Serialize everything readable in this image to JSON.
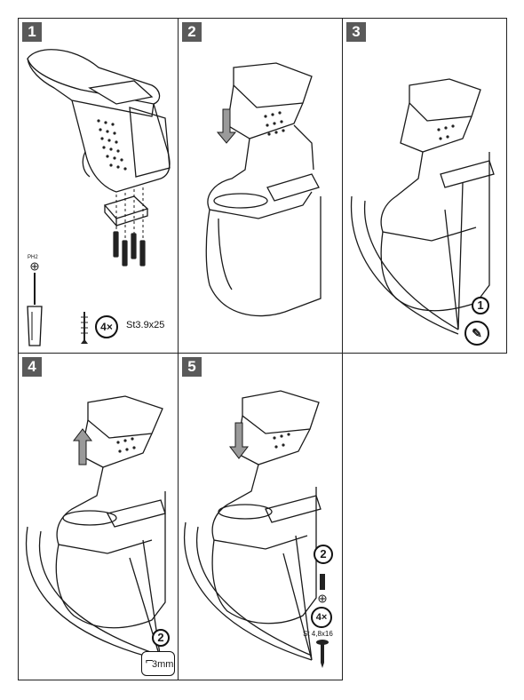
{
  "steps": [
    {
      "number": "1",
      "screw_count": "4×",
      "screw_spec": "St3.9x25",
      "tool_label": "PH2"
    },
    {
      "number": "2"
    },
    {
      "number": "3",
      "callout": "1"
    },
    {
      "number": "4",
      "callout": "2",
      "tool_size": "3mm"
    },
    {
      "number": "5",
      "callout": "2",
      "screw_count": "4×",
      "screw_spec": "St 4,8x16"
    }
  ],
  "colors": {
    "step_badge_bg": "#5a5a5a",
    "line": "#1a1a1a",
    "dot": "#222222",
    "arrow_fill": "#9a9a9a"
  },
  "icons": [
    "screwdriver-icon",
    "screw-icon",
    "hex-key-icon",
    "bolt-icon",
    "arrow-up-icon",
    "arrow-down-icon"
  ]
}
